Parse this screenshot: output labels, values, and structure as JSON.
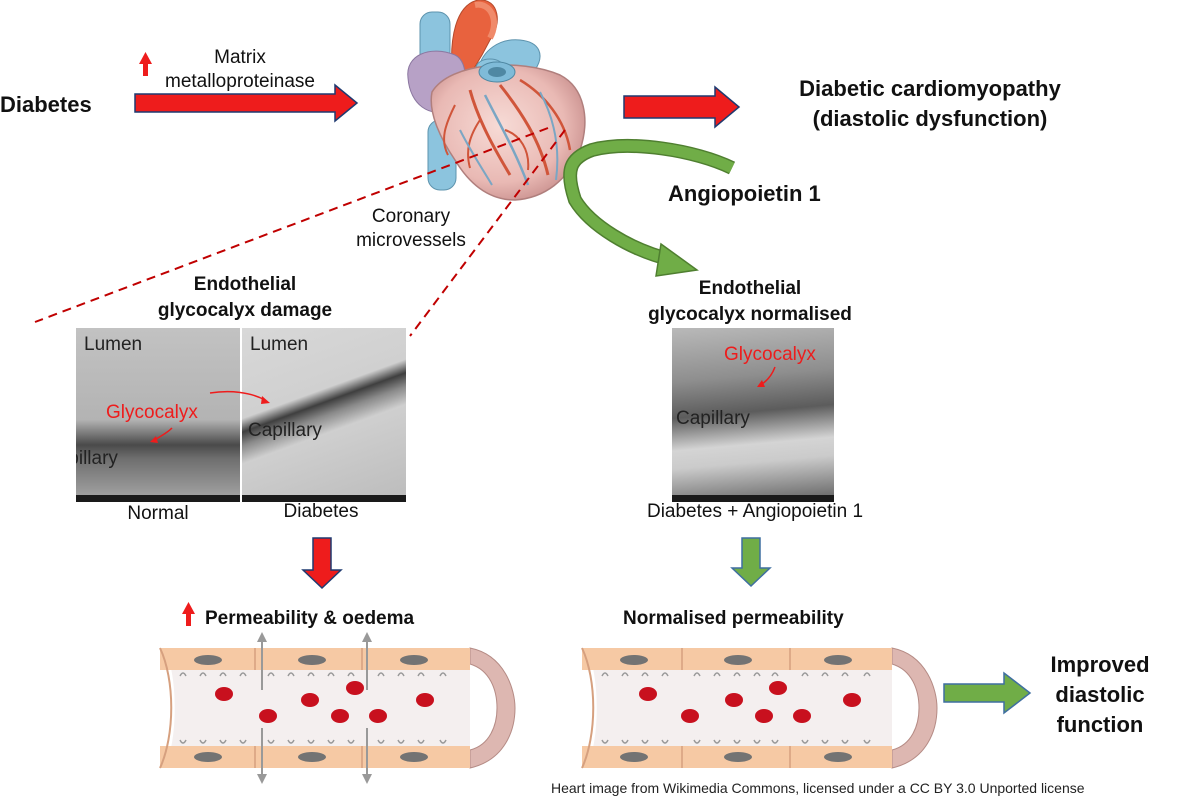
{
  "left_panel": {
    "diabetes_label": "Diabetes",
    "mmp_line1": "Matrix",
    "mmp_line2": "metalloproteinase",
    "coronary_line1": "Coronary",
    "coronary_line2": "microvessels",
    "damage_title_line1": "Endothelial",
    "damage_title_line2": "glycocalyx damage",
    "normal_image": {
      "lumen": "Lumen",
      "glycocalyx": "Glycocalyx",
      "capillary": "Capillary",
      "caption": "Normal"
    },
    "diabetes_image": {
      "lumen": "Lumen",
      "capillary": "Capillary",
      "caption": "Diabetes"
    },
    "permeability_label": "Permeability & oedema"
  },
  "top_right": {
    "outcome_line1": "Diabetic cardiomyopathy",
    "outcome_line2": "(diastolic dysfunction)",
    "angiopoietin_label": "Angiopoietin 1"
  },
  "right_panel": {
    "normalised_title_line1": "Endothelial",
    "normalised_title_line2": "glycocalyx normalised",
    "treated_image": {
      "glycocalyx": "Glycocalyx",
      "capillary": "Capillary",
      "caption": "Diabetes + Angiopoietin 1"
    },
    "normalised_permeability": "Normalised permeability",
    "improved_line1": "Improved",
    "improved_line2": "diastolic",
    "improved_line3": "function"
  },
  "footer": {
    "credit": "Heart image from Wikimedia Commons, licensed under a CC BY 3.0 Unported license"
  },
  "colors": {
    "red_arrow": "#ee1c1c",
    "green_arrow": "#70ad47",
    "vessel_wall": "#f6c9a4",
    "blood_cell": "#c8101e"
  }
}
